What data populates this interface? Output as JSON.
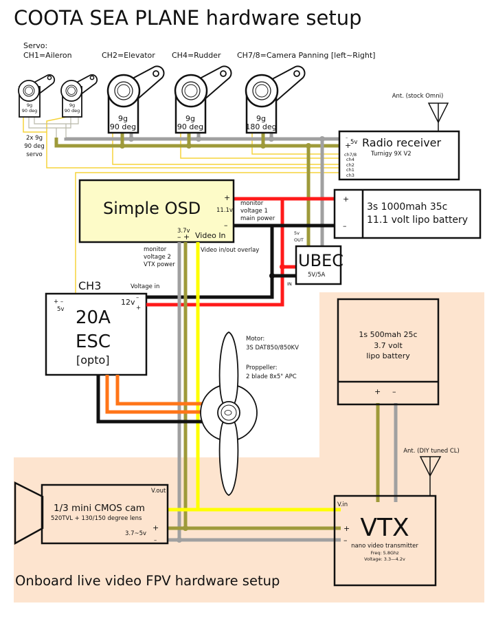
{
  "title": "COOTA SEA PLANE hardware setup",
  "colors": {
    "background": "#ffffff",
    "fpv_zone": "#fde4cf",
    "osd_fill": "#fdfbc8",
    "wire_red": "#ff1a1a",
    "wire_black": "#111111",
    "wire_grey": "#a0a0a0",
    "wire_olive": "#9e9a3a",
    "wire_yellow_signal": "#f5d33a",
    "wire_video": "#ffff00",
    "wire_orange": "#ff7518"
  },
  "servos": {
    "header": "Servo:",
    "channels": [
      {
        "label": "CH1=Aileron"
      },
      {
        "label": "CH2=Elevator"
      },
      {
        "label": "CH4=Rudder"
      },
      {
        "label": "CH7/8=Camera Panning [left~Right]"
      }
    ],
    "units": [
      {
        "line1": "9g",
        "line2": "90 deg"
      },
      {
        "line1": "9g",
        "line2": "90 deg"
      },
      {
        "line1": "9g",
        "line2": "90 deg"
      },
      {
        "line1": "9g",
        "line2": "90 deg"
      },
      {
        "line1": "9g",
        "line2": "180 deg"
      }
    ],
    "aileron_note": [
      "2x 9g",
      "90 deg",
      "servo"
    ]
  },
  "receiver": {
    "antenna_label": "Ant. (stock Omni)",
    "title": "Radio receiver",
    "model": "Turnigy 9X V2",
    "power_minus": "–",
    "power_plus": "+",
    "power_voltage": "5v",
    "channels": [
      "ch7/8",
      "ch4",
      "ch2",
      "ch1",
      "ch3"
    ]
  },
  "osd": {
    "title": "Simple OSD",
    "plus": "+",
    "minus": "–",
    "voltage": "11.1v",
    "monitor1": [
      "monitor",
      "voltage 1",
      "main power"
    ],
    "vtx_voltage": "3.7v",
    "vtx_pins": "– +",
    "video_in": "Video In",
    "monitor2": [
      "monitor",
      "voltage 2",
      "VTX power"
    ],
    "video_overlay": "Video in/out overlay"
  },
  "main_battery": {
    "plus": "+",
    "minus": "–",
    "line1": "3s 1000mah 35c",
    "line2": "11.1 volt  lipo battery"
  },
  "ubec": {
    "title": "UBEC",
    "rating": "5V/5A",
    "out_label": [
      "5v",
      "OUT"
    ],
    "in_label": "IN"
  },
  "esc": {
    "channel": "CH3",
    "voltage_in": "Voltage in",
    "bec_plus_minus": "+  –",
    "bec_voltage": "5v",
    "in_voltage": "12v",
    "in_minus": "–",
    "in_plus": "+",
    "line1": "20A",
    "line2": "ESC",
    "line3": "[opto]"
  },
  "motor": {
    "motor_label": "Motor:",
    "motor_model": "3S DAT850/850KV",
    "prop_label": "Proppeller:",
    "prop_model": "2 blade 8x5\" APC"
  },
  "vtx_battery": {
    "line1": "1s 500mah 25c",
    "line2": "3.7 volt",
    "line3": "lipo battery",
    "plus": "+",
    "minus": "–"
  },
  "camera": {
    "vout": "V.out",
    "title": "1/3 mini CMOS cam",
    "spec": "520TVL + 130/150 degree lens",
    "voltage": "3.7~5v",
    "plus": "+",
    "minus": "–"
  },
  "vtx": {
    "antenna_label": "Ant. (DIY tuned CL)",
    "vin": "V.in",
    "plus": "+",
    "minus": "–",
    "title": "VTX",
    "desc": "nano video transmitter",
    "freq": "Freq: 5.8Ghz",
    "voltage": "Voltage: 3.3—4.2v"
  },
  "fpv_section_title": "Onboard live video FPV hardware setup"
}
